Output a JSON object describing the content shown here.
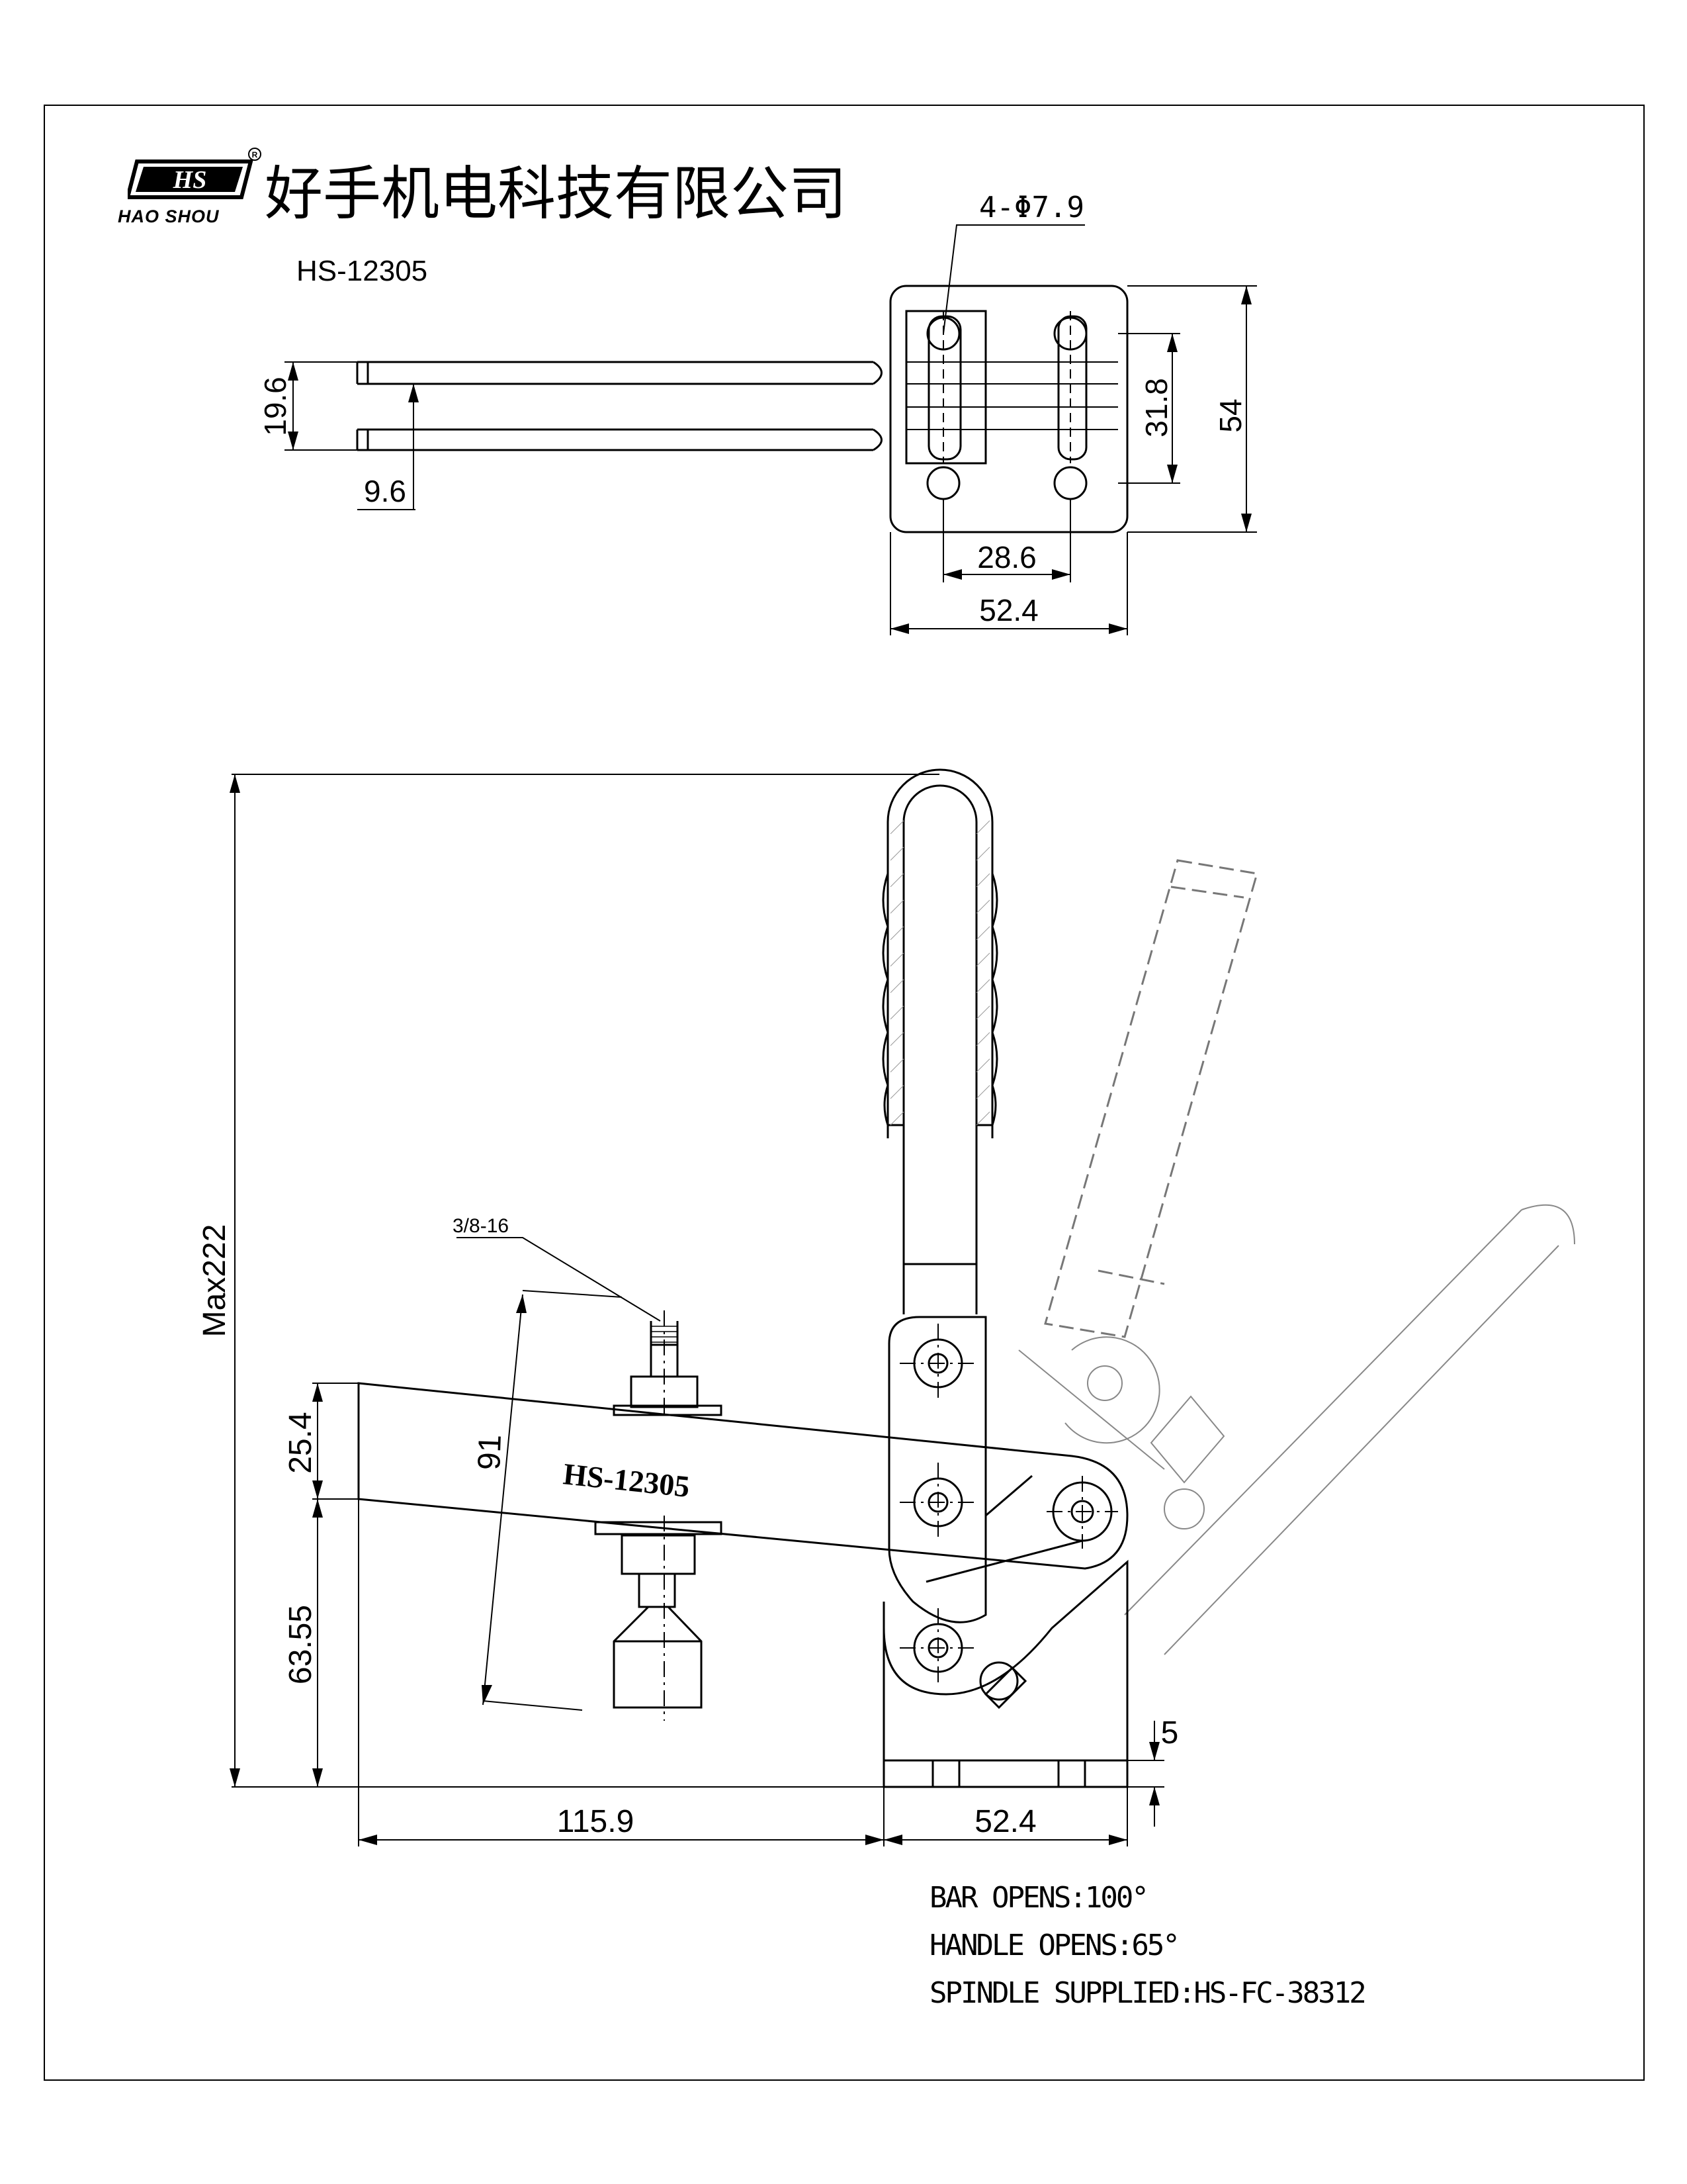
{
  "header": {
    "logo_text": "HS",
    "logo_subtitle": "HAO SHOU",
    "company_name": "好手机电科技有限公司",
    "model_number": "HS-12305"
  },
  "top_view": {
    "hole_callout": "4-Φ7.9",
    "dim_height": "54",
    "dim_inner_height": "31.8",
    "dim_hole_spacing": "28.6",
    "dim_base_width": "52.4",
    "dim_bar_width": "19.6",
    "dim_slot": "9.6"
  },
  "side_view": {
    "dim_max_height": "Max222",
    "dim_bar_thickness": "25.4",
    "dim_bar_height": "63.55",
    "dim_spindle_travel": "91",
    "dim_reach": "115.9",
    "dim_base_width": "52.4",
    "dim_base_thickness": "5",
    "thread_callout": "3/8-16",
    "bar_label": "HS-12305"
  },
  "notes": [
    "BAR OPENS:100°",
    "HANDLE OPENS:65°",
    "SPINDLE SUPPLIED:HS-FC-38312"
  ]
}
